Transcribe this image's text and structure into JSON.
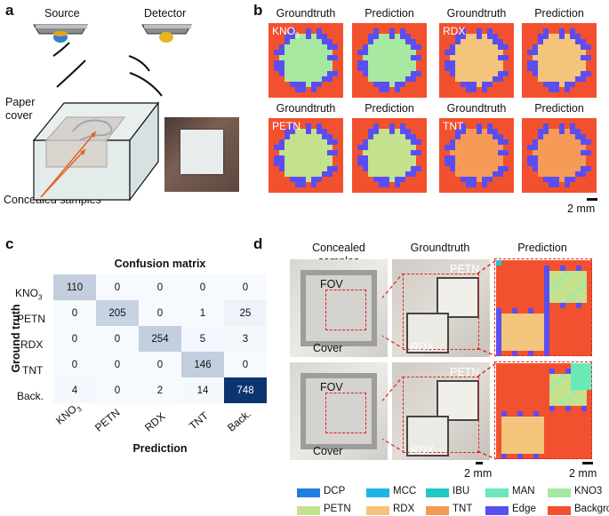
{
  "panels": {
    "a": "a",
    "b": "b",
    "c": "c",
    "d": "d"
  },
  "panel_a": {
    "source": "Source",
    "detector": "Detector",
    "paper": "Paper",
    "cover": "cover",
    "concealed": "Concealed samples"
  },
  "panel_b": {
    "groundtruth": "Groundtruth",
    "prediction": "Prediction",
    "samples": [
      "KNO3",
      "RDX",
      "PETN",
      "TNT"
    ],
    "scalebar": "2 mm"
  },
  "panel_c": {
    "title": "Confusion matrix",
    "ylabel": "Ground truth",
    "xlabel": "Prediction",
    "rows": [
      "KNO3",
      "PETN",
      "RDX",
      "TNT",
      "Back."
    ],
    "cols": [
      "KNO3",
      "PETN",
      "RDX",
      "TNT",
      "Back."
    ],
    "matrix": [
      [
        110,
        0,
        0,
        0,
        0
      ],
      [
        0,
        205,
        0,
        1,
        25
      ],
      [
        0,
        0,
        254,
        5,
        3
      ],
      [
        0,
        0,
        0,
        146,
        0
      ],
      [
        4,
        0,
        2,
        14,
        748
      ]
    ]
  },
  "panel_d": {
    "col1": "Concealed\nsamples",
    "col2": "Groundtruth",
    "col3": "Prediction",
    "fov": "FOV",
    "cover": "Cover",
    "petn": "PETN",
    "rdx": "RDX",
    "scalebar": "2 mm"
  },
  "legend": [
    "DCP",
    "MCC",
    "IBU",
    "MAN",
    "KNO3",
    "PETN",
    "RDX",
    "TNT",
    "Edge",
    "Background"
  ],
  "colors": {
    "DCP": "#1f7fe0",
    "MCC": "#1eb4e8",
    "IBU": "#22c8c4",
    "MAN": "#6ae8b8",
    "KNO3": "#a6e8a0",
    "PETN": "#c4e18e",
    "RDX": "#f3c47c",
    "TNT": "#f59a57",
    "Edge": "#5b4ef0",
    "Background": "#f2512f"
  }
}
